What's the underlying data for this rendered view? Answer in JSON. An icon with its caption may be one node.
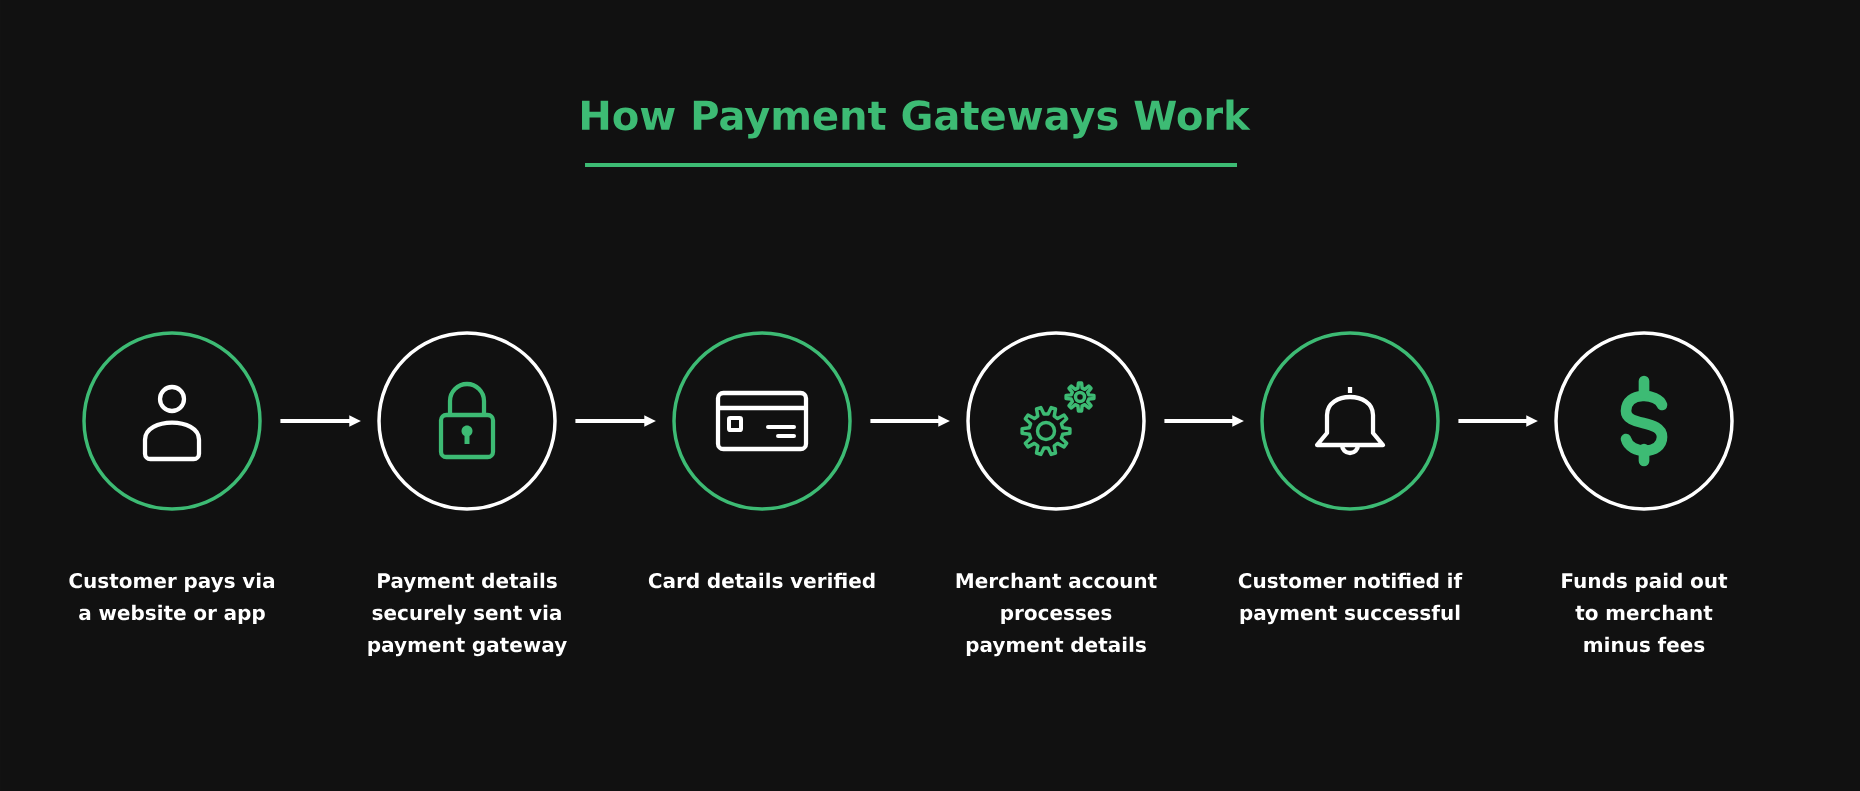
{
  "diagram": {
    "title": "How Payment Gateways Work",
    "nodes": [
      {
        "text": [
          "Customer pays via a website or app"
        ]
      },
      {
        "text": [
          "Payment details securely sent via payment gateway"
        ]
      },
      {
        "text": [
          "Card details verified"
        ]
      },
      {
        "text": [
          "Merchant account processes payment details"
        ]
      },
      {
        "text": [
          "Customer notified if payment successful"
        ]
      },
      {
        "text": [
          "Funds paid out to merchant minus fees"
        ]
      }
    ],
    "edges": [
      {
        "from": 0,
        "to": 1,
        "arrow": "to"
      },
      {
        "from": 1,
        "to": 2,
        "arrow": "to"
      },
      {
        "from": 2,
        "to": 3,
        "arrow": "to"
      },
      {
        "from": 3,
        "to": 4,
        "arrow": "to"
      },
      {
        "from": 4,
        "to": 5,
        "arrow": "to"
      }
    ]
  }
}
